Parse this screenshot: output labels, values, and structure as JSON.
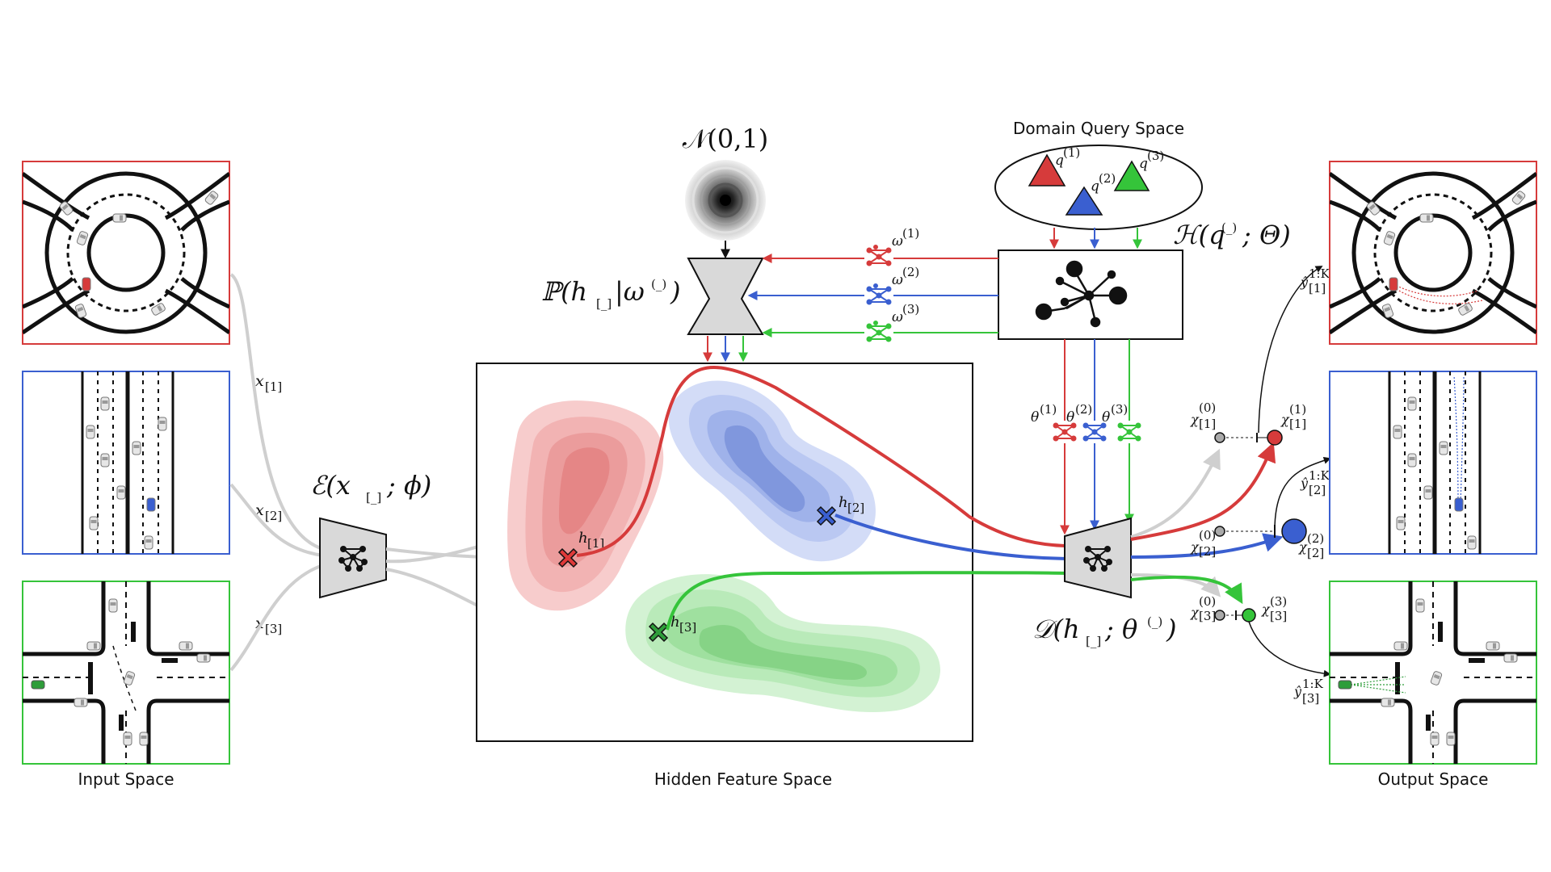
{
  "captions": {
    "input_space": "Input Space",
    "hidden_space": "Hidden Feature Space",
    "output_space": "Output Space",
    "domain_query_space": "Domain Query Space"
  },
  "formulas": {
    "normal": "𝒩(0,1)",
    "prior": "ℙ(h",
    "prior_sub": "[_]",
    "prior_rest": "|ω",
    "prior_sup": "(_)",
    "prior_close": ")",
    "encoder": "ℰ(x",
    "encoder_sub": "[_]",
    "encoder_rest": "; ϕ)",
    "hyper": "ℋ(q",
    "hyper_sup": "(_)",
    "hyper_rest": "; Θ)",
    "decoder": "𝒟(h",
    "decoder_sub": "[_]",
    "decoder_rest": "; θ",
    "decoder_sup": "(_)",
    "decoder_close": ")"
  },
  "labels": {
    "x1": "x",
    "x1_sub": "[1]",
    "x2": "x",
    "x2_sub": "[2]",
    "x3": "x",
    "x3_sub": "[3]",
    "h1": "h",
    "h1_sub": "[1]",
    "h2": "h",
    "h2_sub": "[2]",
    "h3": "h",
    "h3_sub": "[3]",
    "q1": "q",
    "q1_sup": "(1)",
    "q2": "q",
    "q2_sup": "(2)",
    "q3": "q",
    "q3_sup": "(3)",
    "w1": "ω",
    "w1_sup": "(1)",
    "w2": "ω",
    "w2_sup": "(2)",
    "w3": "ω",
    "w3_sup": "(3)",
    "t1": "θ",
    "t1_sup": "(1)",
    "t2": "θ",
    "t2_sup": "(2)",
    "t3": "θ",
    "t3_sup": "(3)",
    "chi": "χ",
    "chi_sup0": "(0)",
    "chi_sup1": "(1)",
    "chi_sup2": "(2)",
    "chi_sup3": "(3)",
    "chi_sub1": "[1]",
    "chi_sub2": "[2]",
    "chi_sub3": "[3]",
    "yhat": "ŷ",
    "yhat_sup": "1:K",
    "yhat_sub1": "[1]",
    "yhat_sub2": "[2]",
    "yhat_sub3": "[3]"
  },
  "colors": {
    "domain1": "#d63b3b",
    "domain2": "#3a5fd0",
    "domain3": "#35c43a",
    "neutral_arrow": "#cccccc",
    "module_fill": "#d9d9d9"
  },
  "icons": {
    "encoder": "network-trapezoid-icon",
    "decoder": "network-trapezoid-icon",
    "prior": "hourglass-icon",
    "hypernetwork": "graph-hub-icon",
    "noise": "gaussian-blob-icon",
    "weights": "small-network-icon"
  }
}
